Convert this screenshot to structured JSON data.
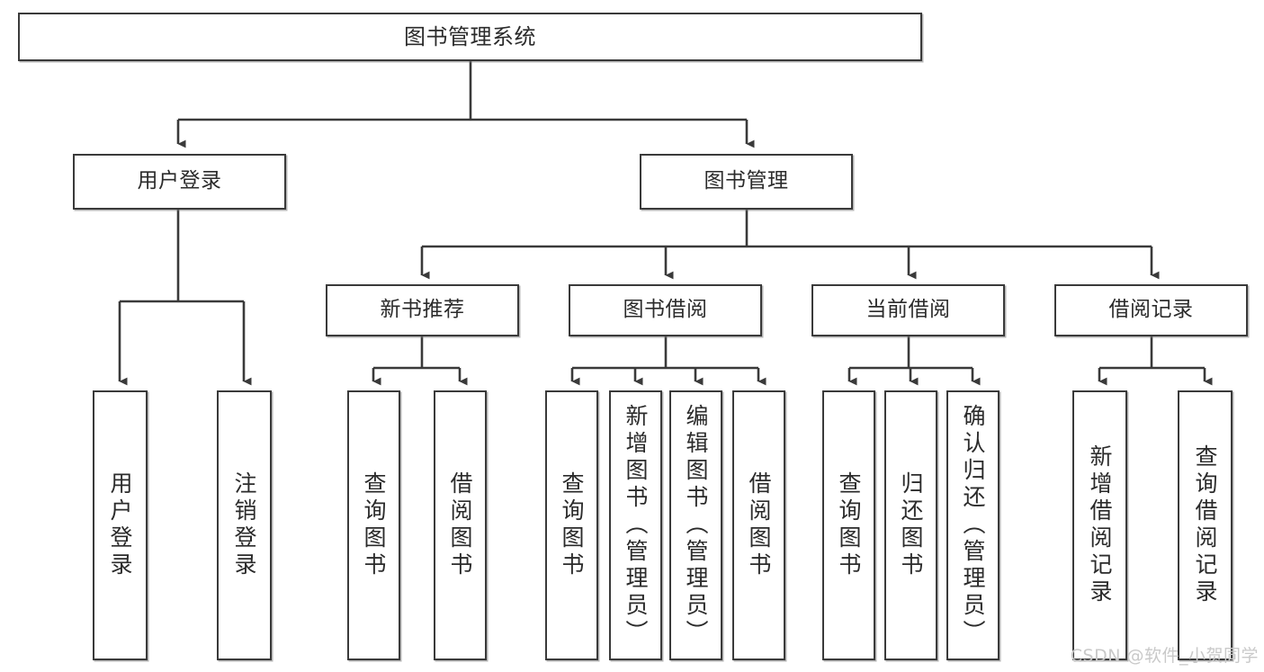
{
  "diagram": {
    "title": "图书管理系统",
    "type": "tree",
    "watermark": "CSDN @软件_小贺同学",
    "colors": {
      "border": "#3a3a3a",
      "fill": "#ffffff",
      "text": "#2b2b2b",
      "wire": "#3a3a3a",
      "watermark": "#c9c9c9"
    },
    "nodes": {
      "root": {
        "label": "图书管理系统"
      },
      "level2": [
        {
          "label": "用户登录"
        },
        {
          "label": "图书管理"
        }
      ],
      "level3": [
        {
          "label": "新书推荐"
        },
        {
          "label": "图书借阅"
        },
        {
          "label": "当前借阅"
        },
        {
          "label": "借阅记录"
        }
      ],
      "leaves": {
        "user_login": [
          {
            "label": "用户登录"
          },
          {
            "label": "注销登录"
          }
        ],
        "new_book": [
          {
            "label": "查询图书"
          },
          {
            "label": "借阅图书"
          }
        ],
        "book_borrow": [
          {
            "label": "查询图书"
          },
          {
            "label": "新增图书（管理员）"
          },
          {
            "label": "编辑图书（管理员）"
          },
          {
            "label": "借阅图书"
          }
        ],
        "current_borrow": [
          {
            "label": "查询图书"
          },
          {
            "label": "归还图书"
          },
          {
            "label": "确认归还（管理员）"
          }
        ],
        "borrow_record": [
          {
            "label": "新增借阅记录"
          },
          {
            "label": "查询借阅记录"
          }
        ]
      }
    }
  }
}
